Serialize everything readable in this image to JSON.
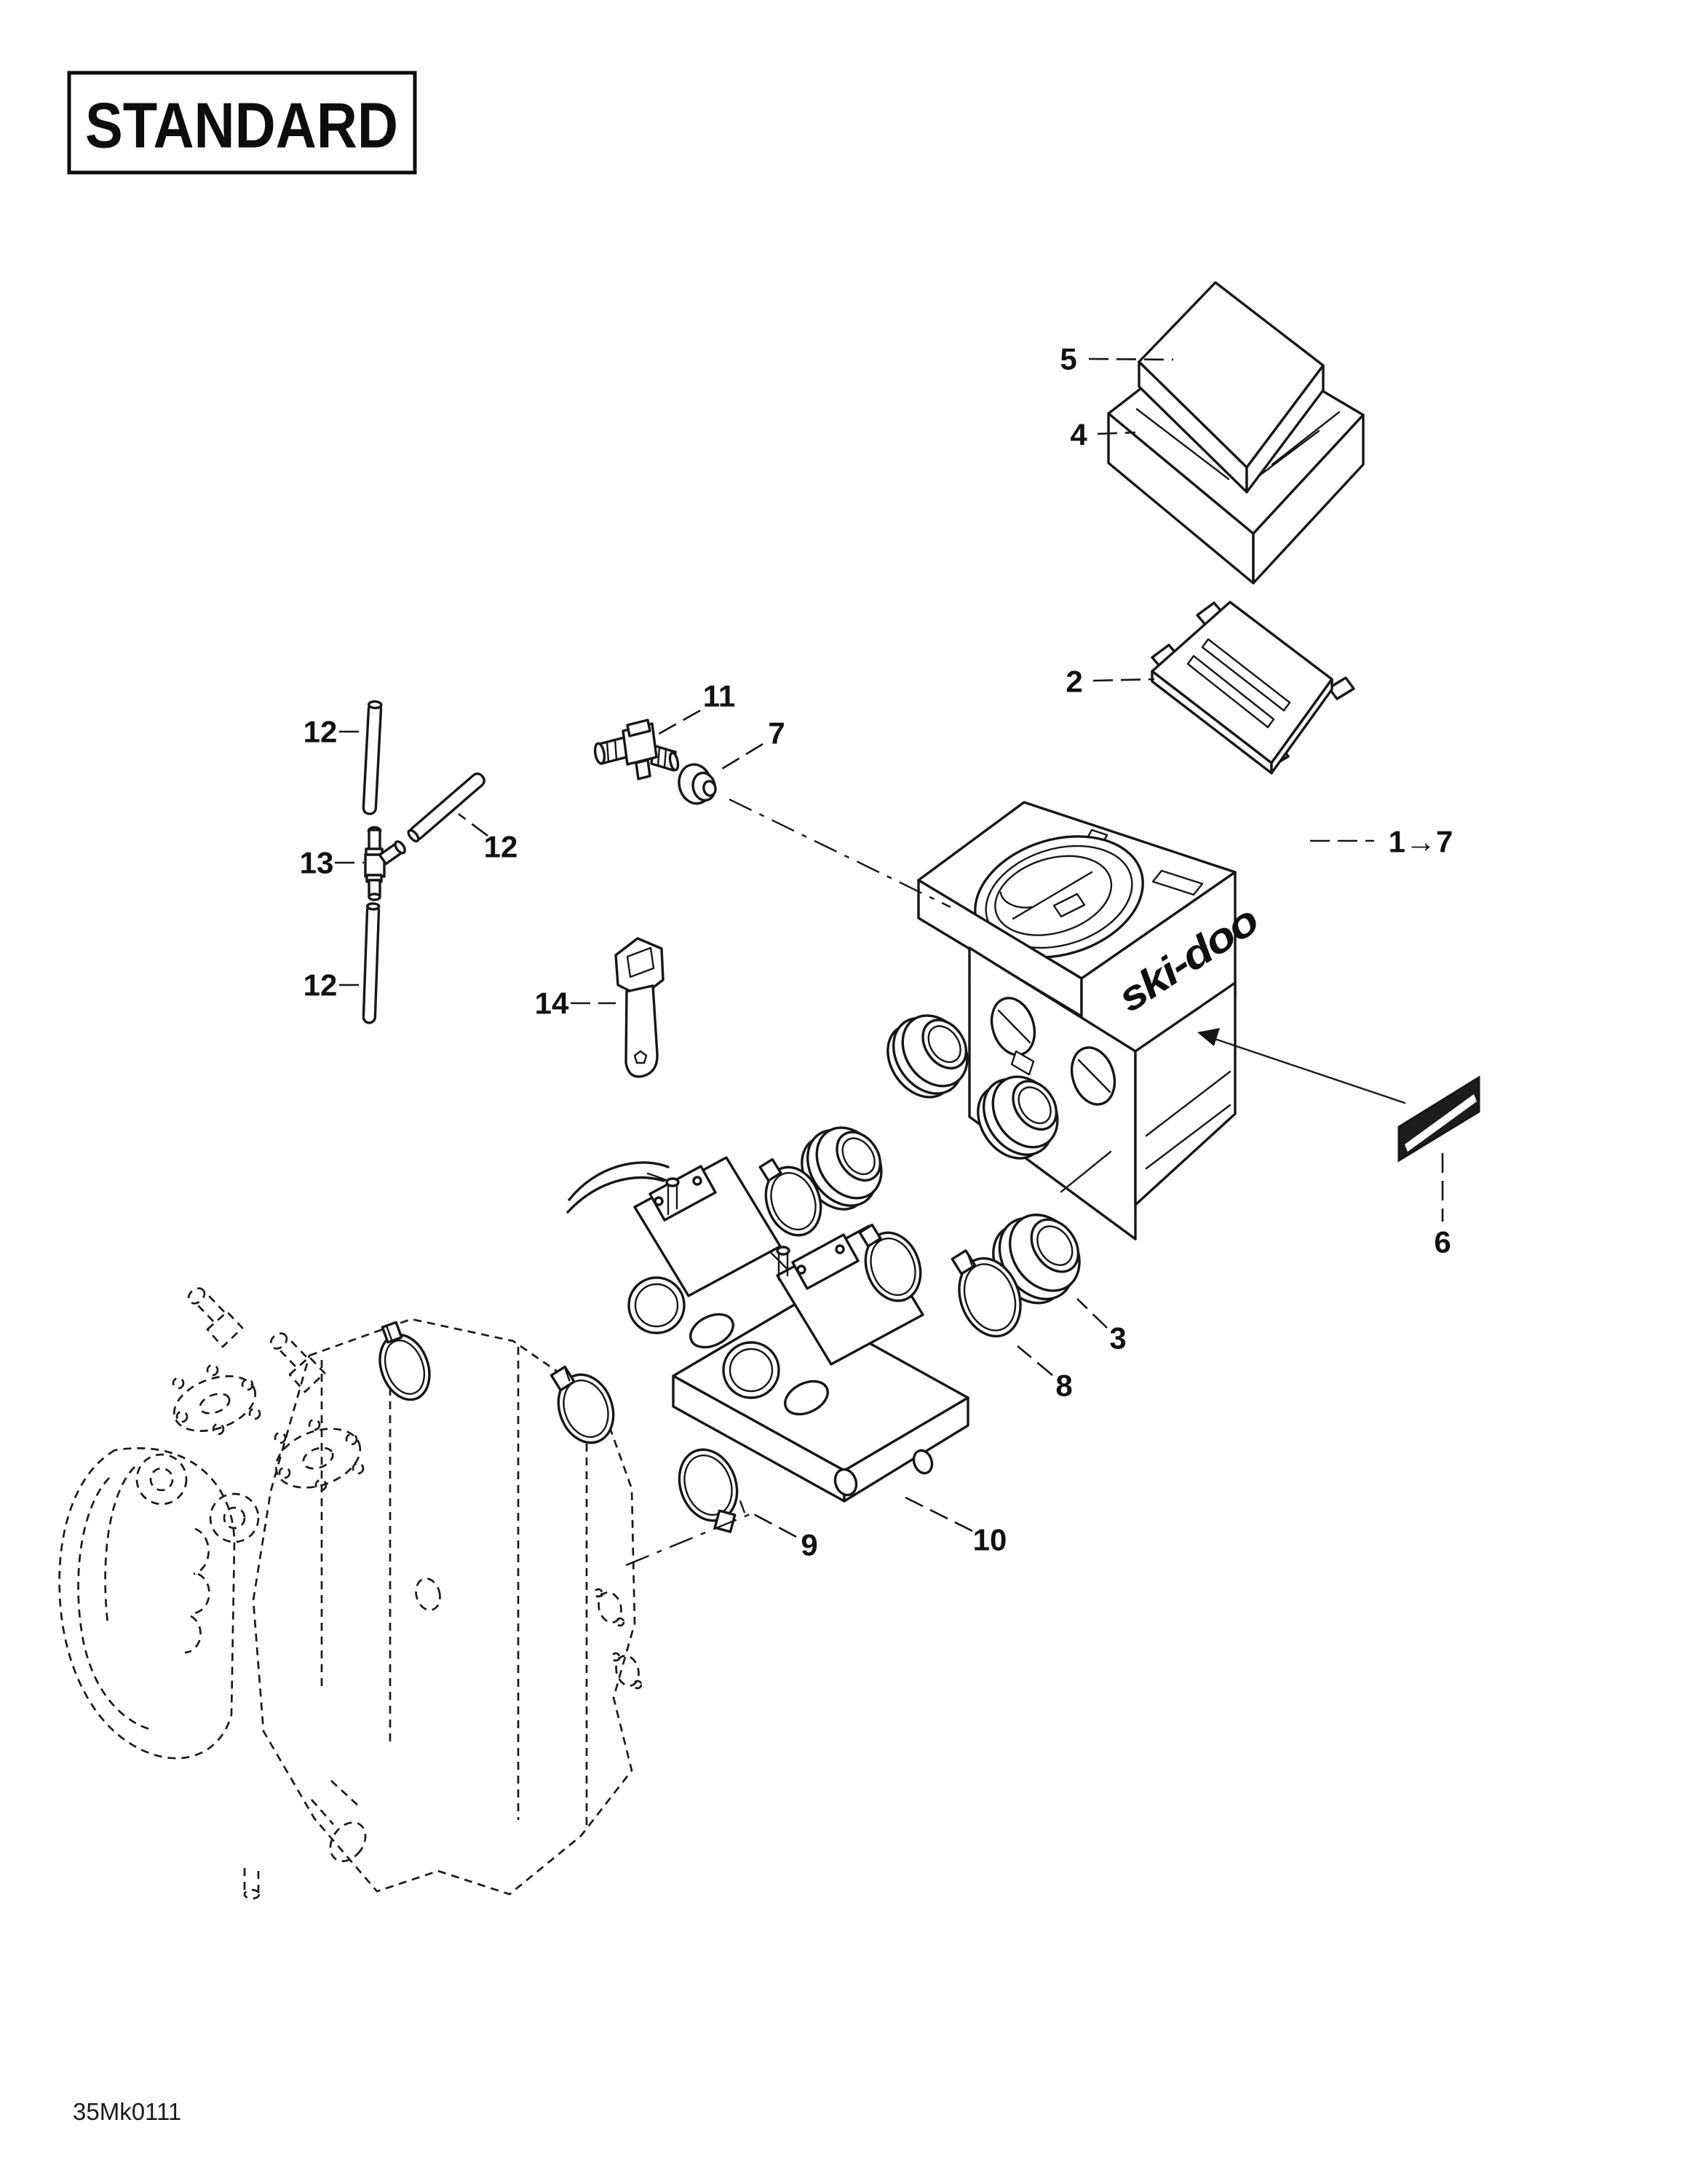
{
  "page": {
    "title_block": {
      "variant_label": "STANDARD"
    },
    "footer": {
      "drawing_code": "35Mk0111"
    }
  },
  "diagram": {
    "brand_logo_text": "ski-doo",
    "ink_color": "#161616",
    "paper_color": "#ffffff"
  },
  "callouts": [
    {
      "label": "5"
    },
    {
      "label": "4"
    },
    {
      "label": "2"
    },
    {
      "label": "1→7"
    },
    {
      "label": "11"
    },
    {
      "label": "7"
    },
    {
      "label": "12"
    },
    {
      "label": "12"
    },
    {
      "label": "13"
    },
    {
      "label": "12"
    },
    {
      "label": "14"
    },
    {
      "label": "6"
    },
    {
      "label": "3"
    },
    {
      "label": "8"
    },
    {
      "label": "9"
    },
    {
      "label": "10"
    }
  ]
}
